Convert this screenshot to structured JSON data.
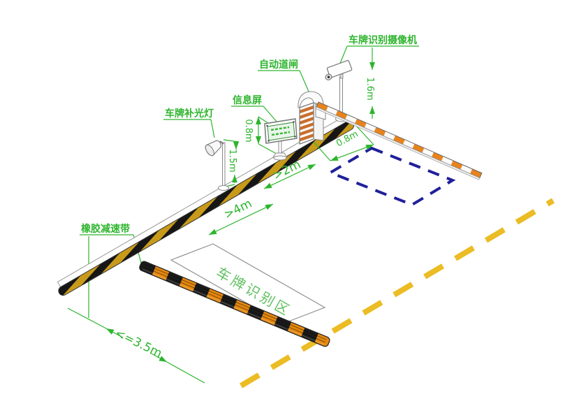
{
  "scene": {
    "equipment_labels": {
      "camera": "车牌识别摄像机",
      "barrier_gate": "自动道闸",
      "info_screen": "信息屏",
      "fill_light": "车牌补光灯",
      "speed_bump": "橡胶减速带"
    },
    "zone_label": "车牌识别区",
    "dimensions": {
      "camera_height": "1.6m",
      "info_screen_height": "0.8m",
      "fill_light_height": "1.5m",
      "gate_to_loop": "0.8m",
      "screen_to_gate": ">2m",
      "bump_to_gate": ">4m",
      "lane_width": "<=3.5m"
    },
    "colors": {
      "annotation_green": "#2db52d",
      "zone_text_green": "#63c063",
      "island_yellow": "#c89a1a",
      "hazard_black": "#161616",
      "bump_orange": "#e5880f",
      "arm_orange": "#e8831d",
      "gate_stripe_orange": "#c96f2d",
      "loop_blue": "#20209a",
      "centerline_yellow": "#ebbc24",
      "outline_gray": "#888888"
    }
  }
}
